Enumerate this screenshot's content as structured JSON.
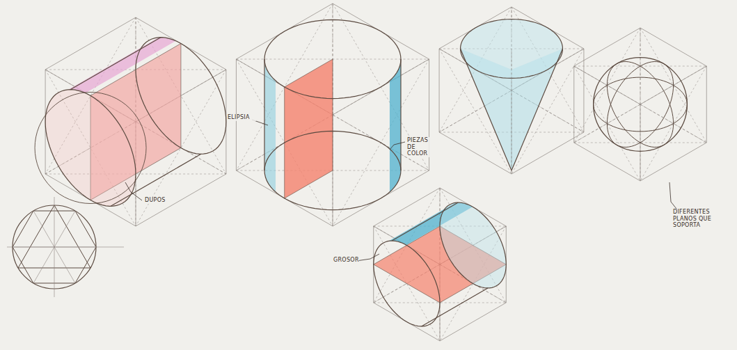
{
  "diagram": {
    "labels": [
      "DUPOS",
      "ELIPSIA",
      "PIEZAS DE COLOR",
      "GROSOR",
      "DIFERENTES PLANOS QUE SOPORTA"
    ]
  }
}
